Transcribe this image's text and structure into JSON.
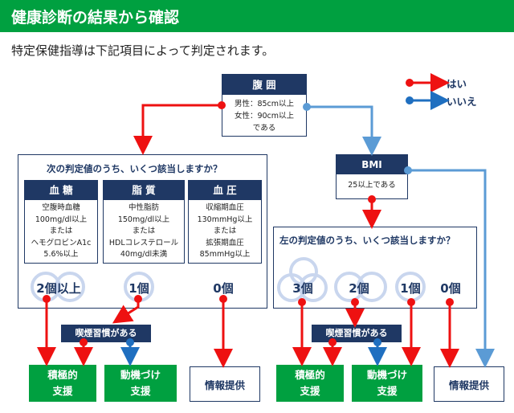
{
  "header": {
    "title": "健康診断の結果から確認"
  },
  "intro": "特定保健指導は下記項目によって判定されます。",
  "legend": {
    "yes": "はい",
    "no": "いいえ"
  },
  "colors": {
    "yes": "#ee1111",
    "no": "#5b9bd5",
    "navy": "#1f3864",
    "green": "#00a040",
    "ring": "#c9d6ee"
  },
  "waist": {
    "title": "腹 囲",
    "lines": [
      "男性：85cm以上",
      "女性：90cm以上",
      "である"
    ]
  },
  "left_panel": {
    "question": "次の判定値のうち、いくつ該当しますか？",
    "items": [
      {
        "title": "血 糖",
        "lines": [
          "空腹時血糖",
          "100mg/dl以上",
          "または",
          "ヘモグロビンA1c",
          "5.6%以上"
        ]
      },
      {
        "title": "脂 質",
        "lines": [
          "中性脂肪",
          "150mg/dl以上",
          "または",
          "HDLコレステロール",
          "40mg/dl未満"
        ]
      },
      {
        "title": "血 圧",
        "lines": [
          "収縮期血圧",
          "130mmHg以上",
          "または",
          "拡張期血圧",
          "85mmHg以上"
        ]
      }
    ],
    "counts": [
      "2個以上",
      "1個",
      "0個"
    ]
  },
  "bmi": {
    "title": "BMI",
    "condition": "25以上である"
  },
  "right_panel": {
    "question": "左の判定値のうち、いくつ該当しますか？",
    "counts": [
      "3個",
      "2個",
      "1個",
      "0個"
    ]
  },
  "smoking": "喫煙習慣がある",
  "outcomes": {
    "active_1": "積極的",
    "active_2": "支援",
    "motivation_1": "動機づけ",
    "motivation_2": "支援",
    "info": "情報提供"
  }
}
